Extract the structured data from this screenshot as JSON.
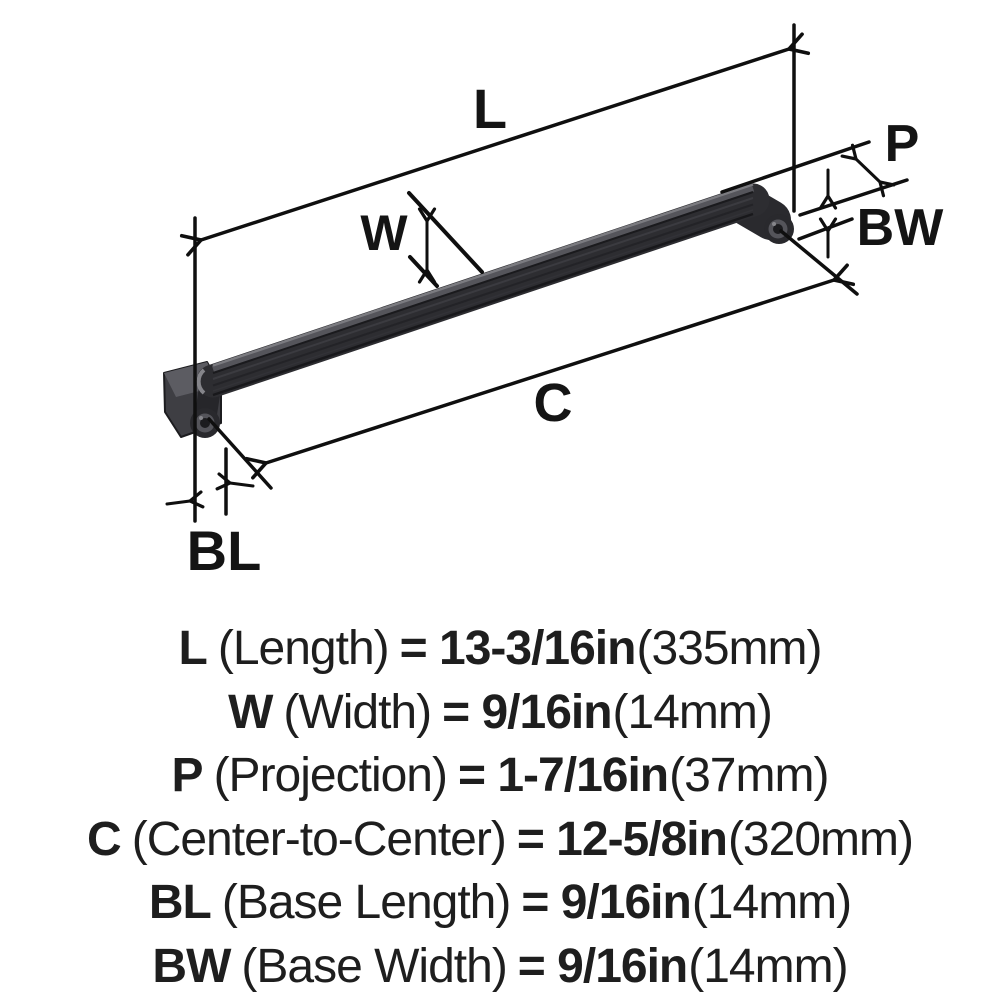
{
  "diagram": {
    "description": "Appliance pull handle dimension drawing",
    "labels": {
      "length": "L",
      "width": "W",
      "projection": "P",
      "center_to_center": "C",
      "base_length": "BL",
      "base_width": "BW"
    }
  },
  "legend": {
    "rows": [
      {
        "code": "L",
        "name": "(Length)",
        "value": "= 13-3/16in",
        "metric": "(335mm)"
      },
      {
        "code": "W",
        "name": "(Width)",
        "value": "= 9/16in",
        "metric": "(14mm)"
      },
      {
        "code": "P",
        "name": "(Projection)",
        "value": "= 1-7/16in",
        "metric": "(37mm)"
      },
      {
        "code": "C",
        "name": "(Center-to-Center)",
        "value": "= 12-5/8in",
        "metric": "(320mm)"
      },
      {
        "code": "BL",
        "name": "(Base Length)",
        "value": "= 9/16in",
        "metric": "(14mm)"
      },
      {
        "code": "BW",
        "name": "(Base Width)",
        "value": "= 9/16in",
        "metric": "(14mm)"
      }
    ]
  },
  "colors": {
    "background": "#ffffff",
    "dimension_line": "#0f0f0f",
    "label_text": "#141414",
    "legend_text": "#1e1e1e",
    "handle_dark": "#2d2d31",
    "handle_block": "#2a2a2e",
    "handle_top_face": "#55555b",
    "handle_rim_highlight": "#7b7b80",
    "base_plate": "#3e3e43",
    "base_plate_top": "#5c5c62",
    "stem_ring": "#54545a",
    "stem_hole": "#1c1c1f"
  }
}
